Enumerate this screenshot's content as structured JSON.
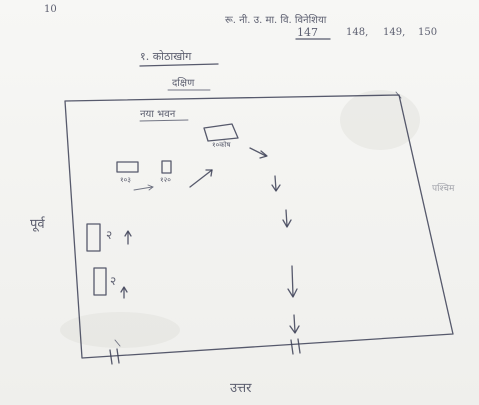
{
  "header": {
    "top_left": "10",
    "line1": "रू. नी. उ. मा. वि. विनेशिया",
    "numbers": [
      "147",
      "148,",
      "149,",
      "150"
    ]
  },
  "sketch": {
    "heading": "१. कोठाखोग",
    "subheading": "दक्षिण",
    "inner_title": "नया भवन",
    "directions": {
      "east": "पूर्व",
      "west": "पश्चिम",
      "north": "उत्तर"
    },
    "room_labels": [
      "१०कोष",
      "१०३",
      "१२०",
      "२",
      "२"
    ]
  }
}
